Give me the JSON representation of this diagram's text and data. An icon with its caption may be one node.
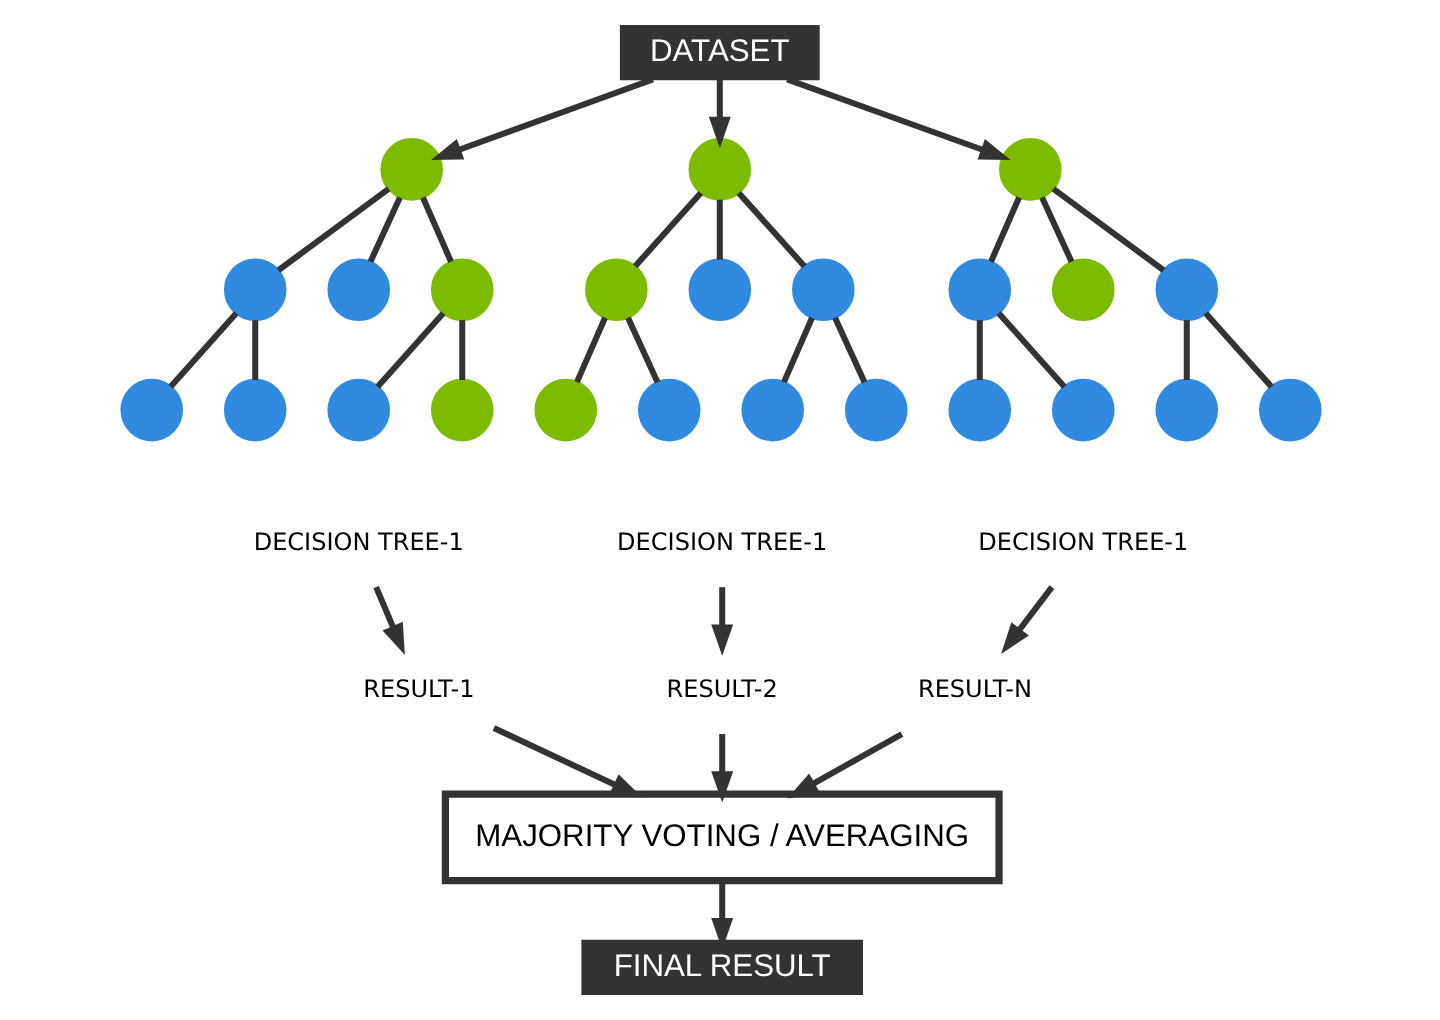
{
  "diagram": {
    "nodes": [
      {
        "text": [
          "DATASET"
        ]
      },
      {
        "text": [],
        "shape": "circle"
      },
      {
        "text": [],
        "shape": "circle"
      },
      {
        "text": [],
        "shape": "circle"
      },
      {
        "text": [],
        "shape": "circle"
      },
      {
        "text": [],
        "shape": "circle"
      },
      {
        "text": [],
        "shape": "circle"
      },
      {
        "text": [],
        "shape": "circle"
      },
      {
        "text": [],
        "shape": "circle"
      },
      {
        "text": [],
        "shape": "circle"
      },
      {
        "text": [],
        "shape": "circle"
      },
      {
        "text": [],
        "shape": "circle"
      },
      {
        "text": [],
        "shape": "circle"
      },
      {
        "text": [],
        "shape": "circle"
      },
      {
        "text": [],
        "shape": "circle"
      },
      {
        "text": [],
        "shape": "circle"
      },
      {
        "text": [],
        "shape": "circle"
      },
      {
        "text": [],
        "shape": "circle"
      },
      {
        "text": [],
        "shape": "circle"
      },
      {
        "text": [],
        "shape": "circle"
      },
      {
        "text": [],
        "shape": "circle"
      },
      {
        "text": [],
        "shape": "circle"
      },
      {
        "text": [],
        "shape": "circle"
      },
      {
        "text": [],
        "shape": "circle"
      },
      {
        "text": [],
        "shape": "circle"
      },
      {
        "text": [
          "DECISION TREE-1"
        ]
      },
      {
        "text": [
          "DECISION TREE-1"
        ]
      },
      {
        "text": [
          "DECISION TREE-1"
        ]
      },
      {
        "text": [
          "RESULT-1"
        ]
      },
      {
        "text": [
          "RESULT-2"
        ]
      },
      {
        "text": [
          "RESULT-N"
        ]
      },
      {
        "text": [
          "MAJORITY VOTING / AVERAGING"
        ]
      },
      {
        "text": [
          "FINAL RESULT"
        ]
      }
    ],
    "edges": [
      {
        "from": 0,
        "to": 1,
        "arrow": "to"
      },
      {
        "from": 0,
        "to": 9,
        "arrow": "to"
      },
      {
        "from": 0,
        "to": 17,
        "arrow": "to"
      },
      {
        "from": 1,
        "to": 2,
        "arrow": "none"
      },
      {
        "from": 1,
        "to": 3,
        "arrow": "none"
      },
      {
        "from": 1,
        "to": 4,
        "arrow": "none"
      },
      {
        "from": 2,
        "to": 5,
        "arrow": "none"
      },
      {
        "from": 2,
        "to": 6,
        "arrow": "none"
      },
      {
        "from": 4,
        "to": 7,
        "arrow": "none"
      },
      {
        "from": 4,
        "to": 8,
        "arrow": "none"
      },
      {
        "from": 9,
        "to": 10,
        "arrow": "none"
      },
      {
        "from": 9,
        "to": 11,
        "arrow": "none"
      },
      {
        "from": 9,
        "to": 12,
        "arrow": "none"
      },
      {
        "from": 10,
        "to": 13,
        "arrow": "none"
      },
      {
        "from": 10,
        "to": 14,
        "arrow": "none"
      },
      {
        "from": 12,
        "to": 15,
        "arrow": "none"
      },
      {
        "from": 12,
        "to": 16,
        "arrow": "none"
      },
      {
        "from": 17,
        "to": 18,
        "arrow": "none"
      },
      {
        "from": 17,
        "to": 19,
        "arrow": "none"
      },
      {
        "from": 17,
        "to": 20,
        "arrow": "none"
      },
      {
        "from": 18,
        "to": 21,
        "arrow": "none"
      },
      {
        "from": 18,
        "to": 22,
        "arrow": "none"
      },
      {
        "from": 20,
        "to": 23,
        "arrow": "none"
      },
      {
        "from": 20,
        "to": 24,
        "arrow": "none"
      },
      {
        "from": 25,
        "to": 28,
        "arrow": "to"
      },
      {
        "from": 26,
        "to": 29,
        "arrow": "to"
      },
      {
        "from": 27,
        "to": 30,
        "arrow": "to"
      },
      {
        "from": 28,
        "to": 31,
        "arrow": "to"
      },
      {
        "from": 29,
        "to": 31,
        "arrow": "to"
      },
      {
        "from": 30,
        "to": 31,
        "arrow": "to"
      },
      {
        "from": 31,
        "to": 32,
        "arrow": "to"
      }
    ]
  }
}
